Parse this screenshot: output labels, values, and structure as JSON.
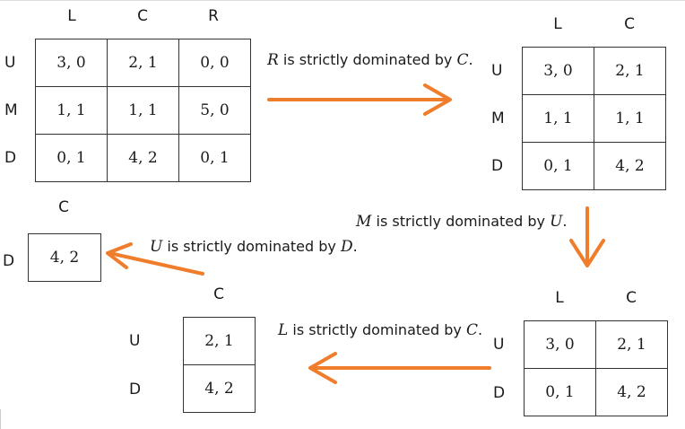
{
  "colors": {
    "arrow": "#f07d2b",
    "grid": "#333333",
    "text": "#1a1a1a"
  },
  "matrices": [
    {
      "id": "m1",
      "col_labels": [
        "L",
        "C",
        "R"
      ],
      "row_labels": [
        "U",
        "M",
        "D"
      ],
      "cells": [
        [
          "3, 0",
          "2, 1",
          "0, 0"
        ],
        [
          "1, 1",
          "1, 1",
          "5, 0"
        ],
        [
          "0, 1",
          "4, 2",
          "0, 1"
        ]
      ]
    },
    {
      "id": "m2",
      "col_labels": [
        "L",
        "C"
      ],
      "row_labels": [
        "U",
        "M",
        "D"
      ],
      "cells": [
        [
          "3, 0",
          "2, 1"
        ],
        [
          "1, 1",
          "1, 1"
        ],
        [
          "0, 1",
          "4, 2"
        ]
      ]
    },
    {
      "id": "m3",
      "col_labels": [
        "L",
        "C"
      ],
      "row_labels": [
        "U",
        "D"
      ],
      "cells": [
        [
          "3, 0",
          "2, 1"
        ],
        [
          "0, 1",
          "4, 2"
        ]
      ]
    },
    {
      "id": "m4",
      "col_labels": [
        "C"
      ],
      "row_labels": [
        "U",
        "D"
      ],
      "cells": [
        [
          "2, 1"
        ],
        [
          "4, 2"
        ]
      ]
    },
    {
      "id": "m5",
      "col_labels": [
        "C"
      ],
      "row_labels": [
        "D"
      ],
      "cells": [
        [
          "4, 2"
        ]
      ]
    }
  ],
  "steps": [
    {
      "dominated": "R",
      "text": " is strictly dominated by ",
      "dominator": "C",
      "end": "."
    },
    {
      "dominated": "M",
      "text": " is strictly dominated by ",
      "dominator": "U",
      "end": "."
    },
    {
      "dominated": "L",
      "text": " is strictly dominated by ",
      "dominator": "C",
      "end": "."
    },
    {
      "dominated": "U",
      "text": " is strictly dominated by ",
      "dominator": "D",
      "end": "."
    }
  ]
}
